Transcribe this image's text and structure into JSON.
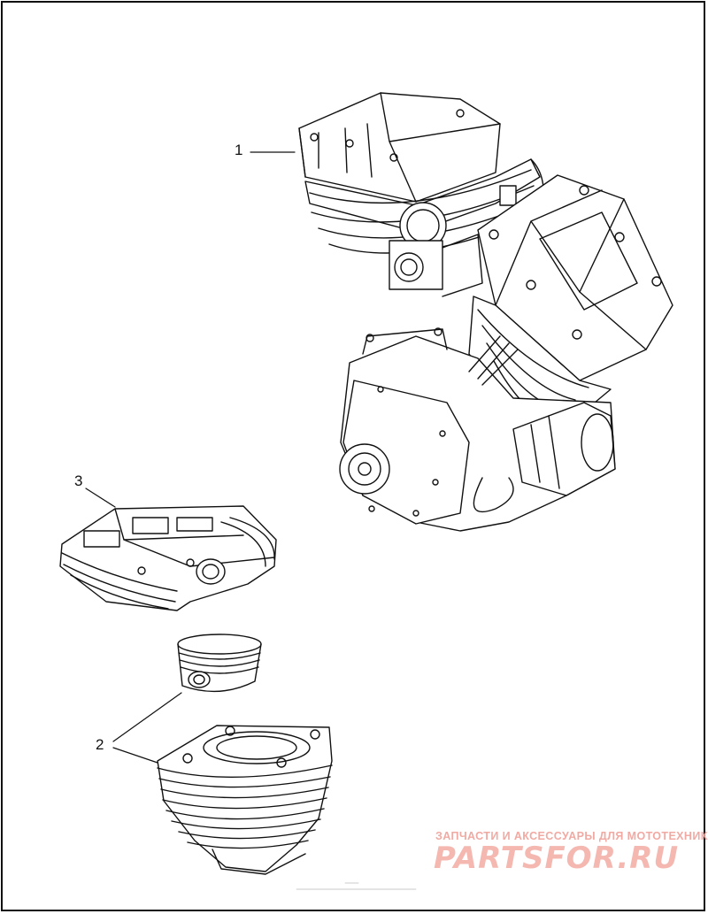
{
  "callouts": [
    {
      "label": "1"
    },
    {
      "label": "2"
    },
    {
      "label": "3"
    }
  ],
  "watermark": {
    "tagline": "ЗАПЧАСТИ И АКСЕССУАРЫ ДЛЯ МОТОТЕХНИКИ",
    "logo": "PARTSFOR.RU",
    "color": "#f4b8b0"
  },
  "colors": {
    "line": "#111111",
    "frame": "#111111",
    "background": "#ffffff"
  }
}
